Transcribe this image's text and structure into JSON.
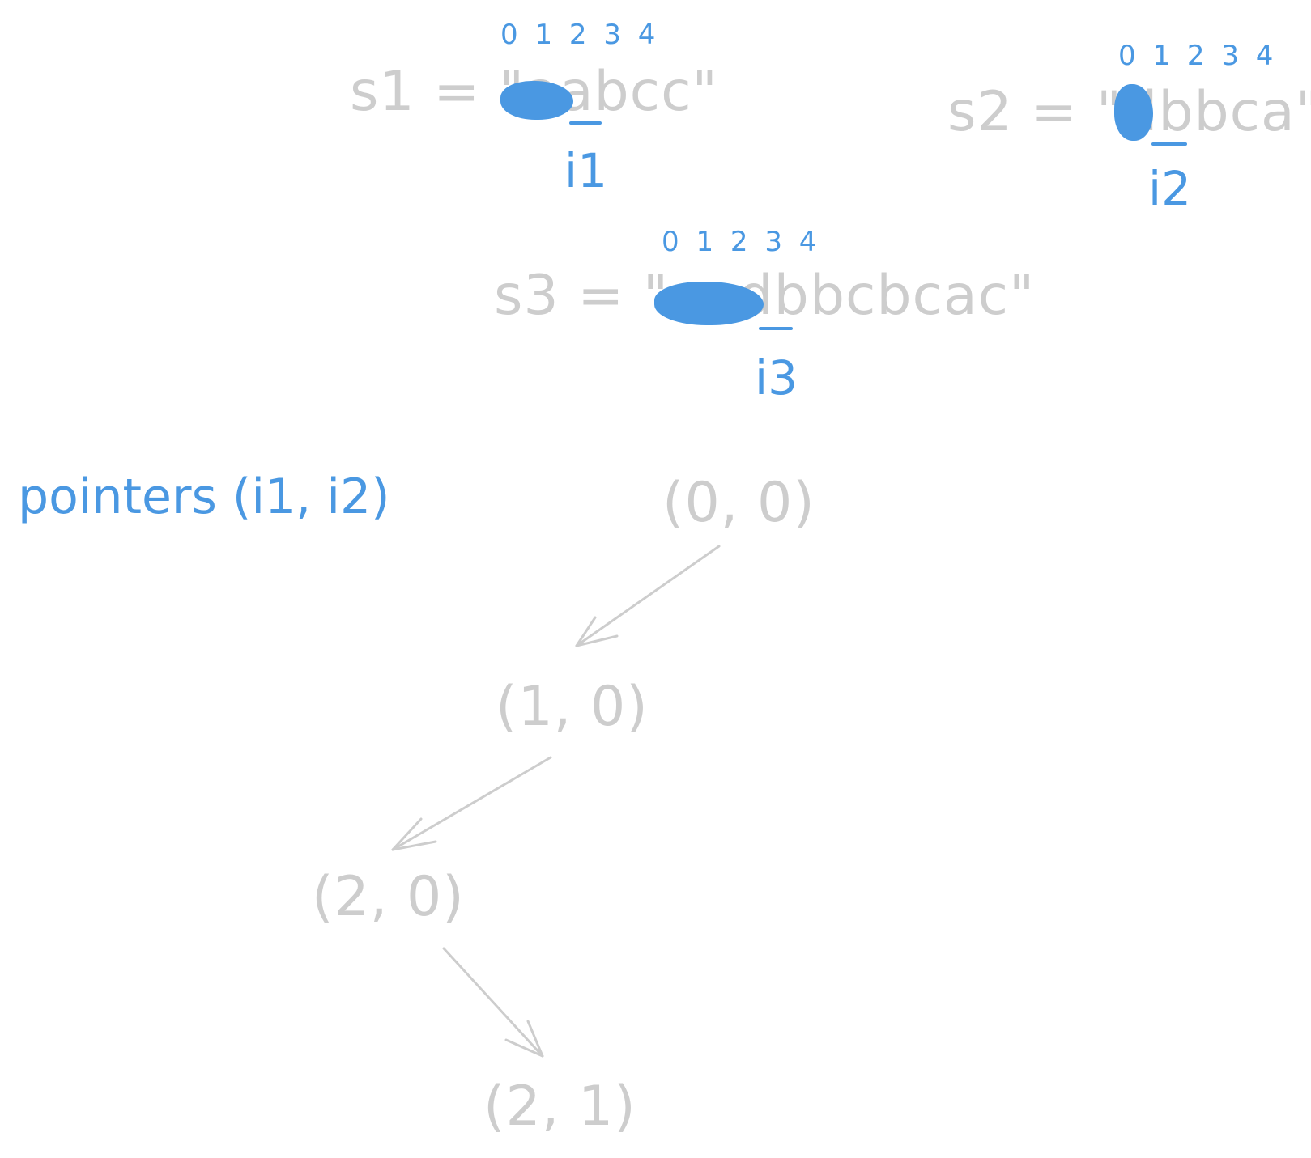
{
  "strings": {
    "s1": {
      "text": "s1 = \"aabcc\"",
      "indices": "0 1 2 3 4",
      "pointer": "i1"
    },
    "s2": {
      "text": "s2 = \"dbbca\"",
      "indices": "0 1 2 3 4",
      "pointer": "i2"
    },
    "s3": {
      "text": "s3 = \"aadbbcbcac\"",
      "indices": "0 1 2 3 4",
      "pointer": "i3"
    }
  },
  "pointers_label": "pointers (i1, i2)",
  "states": [
    "(0, 0)",
    "(1, 0)",
    "(2, 0)",
    "(2, 1)"
  ],
  "colors": {
    "accent": "#4a98e2",
    "muted": "#cdcdcd",
    "background": "#ffffff"
  }
}
